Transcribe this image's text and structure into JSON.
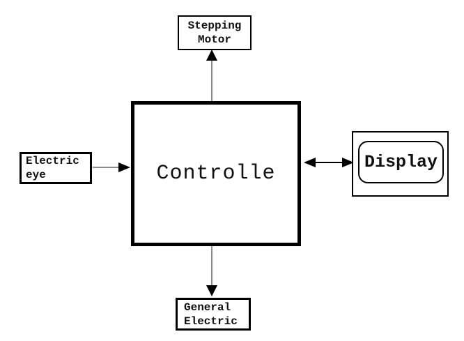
{
  "diagram": {
    "type": "block-diagram",
    "colors": {
      "background": "#ffffff",
      "box_border": "#000000",
      "text": "#111111",
      "connector_line": "#8c8c8c",
      "arrowhead": "#000000"
    },
    "nodes": {
      "controller": {
        "label": "Controlle"
      },
      "stepping_motor": {
        "line1": "Stepping",
        "line2": "Motor"
      },
      "electric_eye": {
        "line1": "Electric",
        "line2": "eye"
      },
      "display": {
        "label": "Display"
      },
      "general_electric": {
        "line1": "General",
        "line2": "Electric"
      }
    },
    "connections": [
      {
        "from": "controller",
        "to": "stepping_motor",
        "direction": "up",
        "type": "single-arrow"
      },
      {
        "from": "electric_eye",
        "to": "controller",
        "direction": "right",
        "type": "single-arrow"
      },
      {
        "from": "controller",
        "to": "display",
        "direction": "both",
        "type": "double-arrow"
      },
      {
        "from": "controller",
        "to": "general_electric",
        "direction": "down",
        "type": "single-arrow"
      }
    ]
  }
}
